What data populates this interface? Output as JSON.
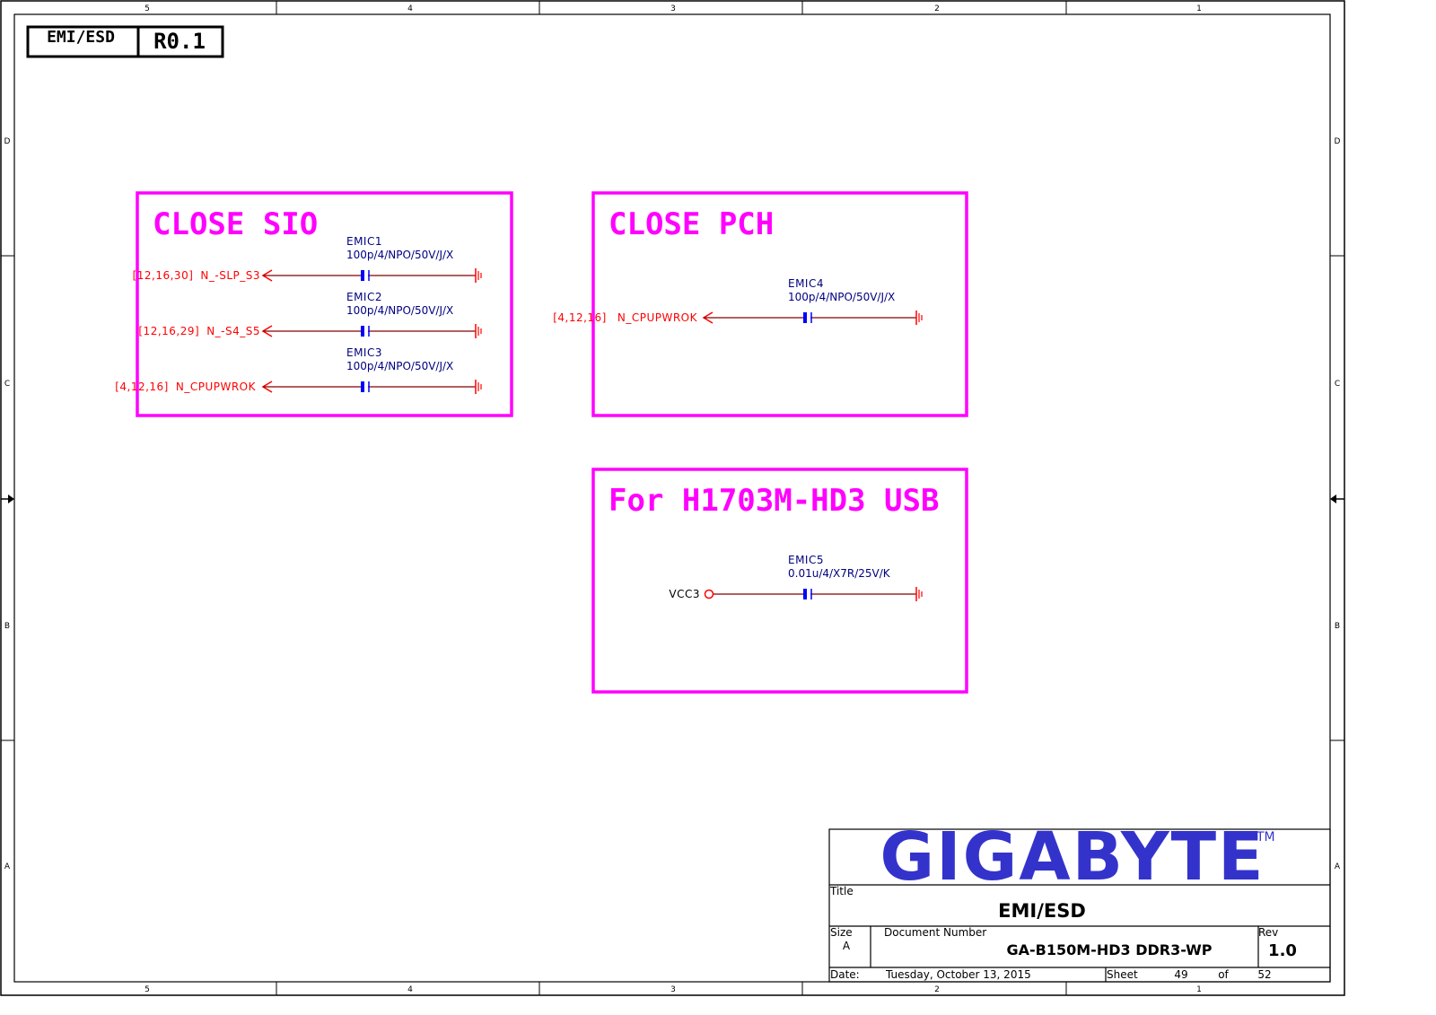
{
  "frame": {
    "col_labels_top": [
      "5",
      "4",
      "3",
      "2",
      "1"
    ],
    "col_labels_bottom": [
      "5",
      "4",
      "3",
      "2",
      "1"
    ],
    "row_labels_left": [
      "D",
      "C",
      "B",
      "A"
    ],
    "row_labels_right": [
      "D",
      "C",
      "B",
      "A"
    ]
  },
  "header_box": {
    "name": "EMI/ESD",
    "revision": "R0.1"
  },
  "blocks": {
    "close_sio": {
      "title": "CLOSE SIO",
      "nets": [
        {
          "refs": "[12,16,30]",
          "net": "N_-SLP_S3",
          "cap_name": "EMIC1",
          "cap_value": "100p/4/NPO/50V/J/X"
        },
        {
          "refs": "[12,16,29]",
          "net": "N_-S4_S5",
          "cap_name": "EMIC2",
          "cap_value": "100p/4/NPO/50V/J/X"
        },
        {
          "refs": "[4,12,16]",
          "net": "N_CPUPWROK",
          "cap_name": "EMIC3",
          "cap_value": "100p/4/NPO/50V/J/X"
        }
      ]
    },
    "close_pch": {
      "title": "CLOSE PCH",
      "nets": [
        {
          "refs": "[4,12,16]",
          "net": "N_CPUPWROK",
          "cap_name": "EMIC4",
          "cap_value": "100p/4/NPO/50V/J/X"
        }
      ]
    },
    "usb": {
      "title": "For H1703M-HD3 USB",
      "nets": [
        {
          "net": "VCC3",
          "cap_name": "EMIC5",
          "cap_value": "0.01u/4/X7R/25V/K"
        }
      ]
    }
  },
  "title_block": {
    "logo_text": "GIGABYTE",
    "logo_tm": "TM",
    "title_label": "Title",
    "title_value": "EMI/ESD",
    "size_label": "Size",
    "size_value": "A",
    "docnum_label": "Document Number",
    "docnum_value": "GA-B150M-HD3 DDR3-WP",
    "rev_label": "Rev",
    "rev_value": "1.0",
    "date_label": "Date:",
    "date_value": "Tuesday, October 13, 2015",
    "sheet_label": "Sheet",
    "sheet_value": "49",
    "of_label": "of",
    "of_value": "52"
  },
  "colors": {
    "block_border": "#ff00ff",
    "wire": "#800000",
    "net_label": "#ff0000",
    "component": "#0000ff",
    "component_text": "#000080",
    "logo": "#3333cc",
    "frame": "#000000"
  }
}
